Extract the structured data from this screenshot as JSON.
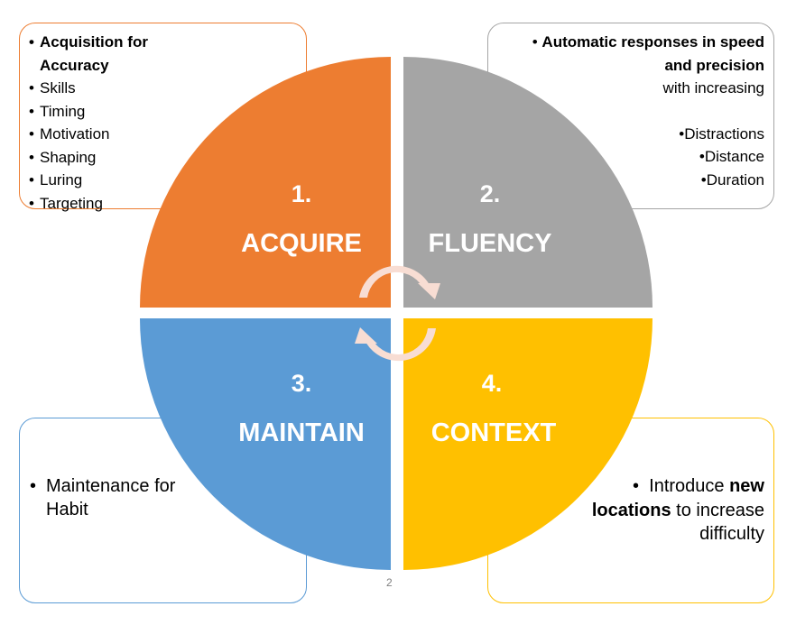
{
  "colors": {
    "acquire": "#ED7D31",
    "fluency": "#A5A5A5",
    "maintain": "#5B9BD5",
    "context": "#FFC000",
    "cycle_arrows": "#F8DDD3"
  },
  "quadrants": [
    {
      "id": "acquire",
      "number": "1.",
      "title": "ACQUIRE"
    },
    {
      "id": "fluency",
      "number": "2.",
      "title": "FLUENCY"
    },
    {
      "id": "maintain",
      "number": "3.",
      "title": "MAINTAIN"
    },
    {
      "id": "context",
      "number": "4.",
      "title": "CONTEXT"
    }
  ],
  "acquire_box": {
    "heading": "Acquisition for Accuracy",
    "items": [
      "Skills",
      "Timing",
      "Motivation",
      "Shaping",
      "Luring",
      "Targeting"
    ]
  },
  "fluency_box": {
    "heading_bold": "Automatic responses in speed and precision",
    "heading_rest": "with increasing",
    "items": [
      "Distractions",
      "Distance",
      "Duration"
    ]
  },
  "maintain_box": {
    "text": "Maintenance for Habit"
  },
  "context_box": {
    "pre": "Introduce ",
    "bold": "new locations",
    "post": " to increase difficulty"
  },
  "cycle_icon": "circular-arrows-icon",
  "page_number": "2"
}
